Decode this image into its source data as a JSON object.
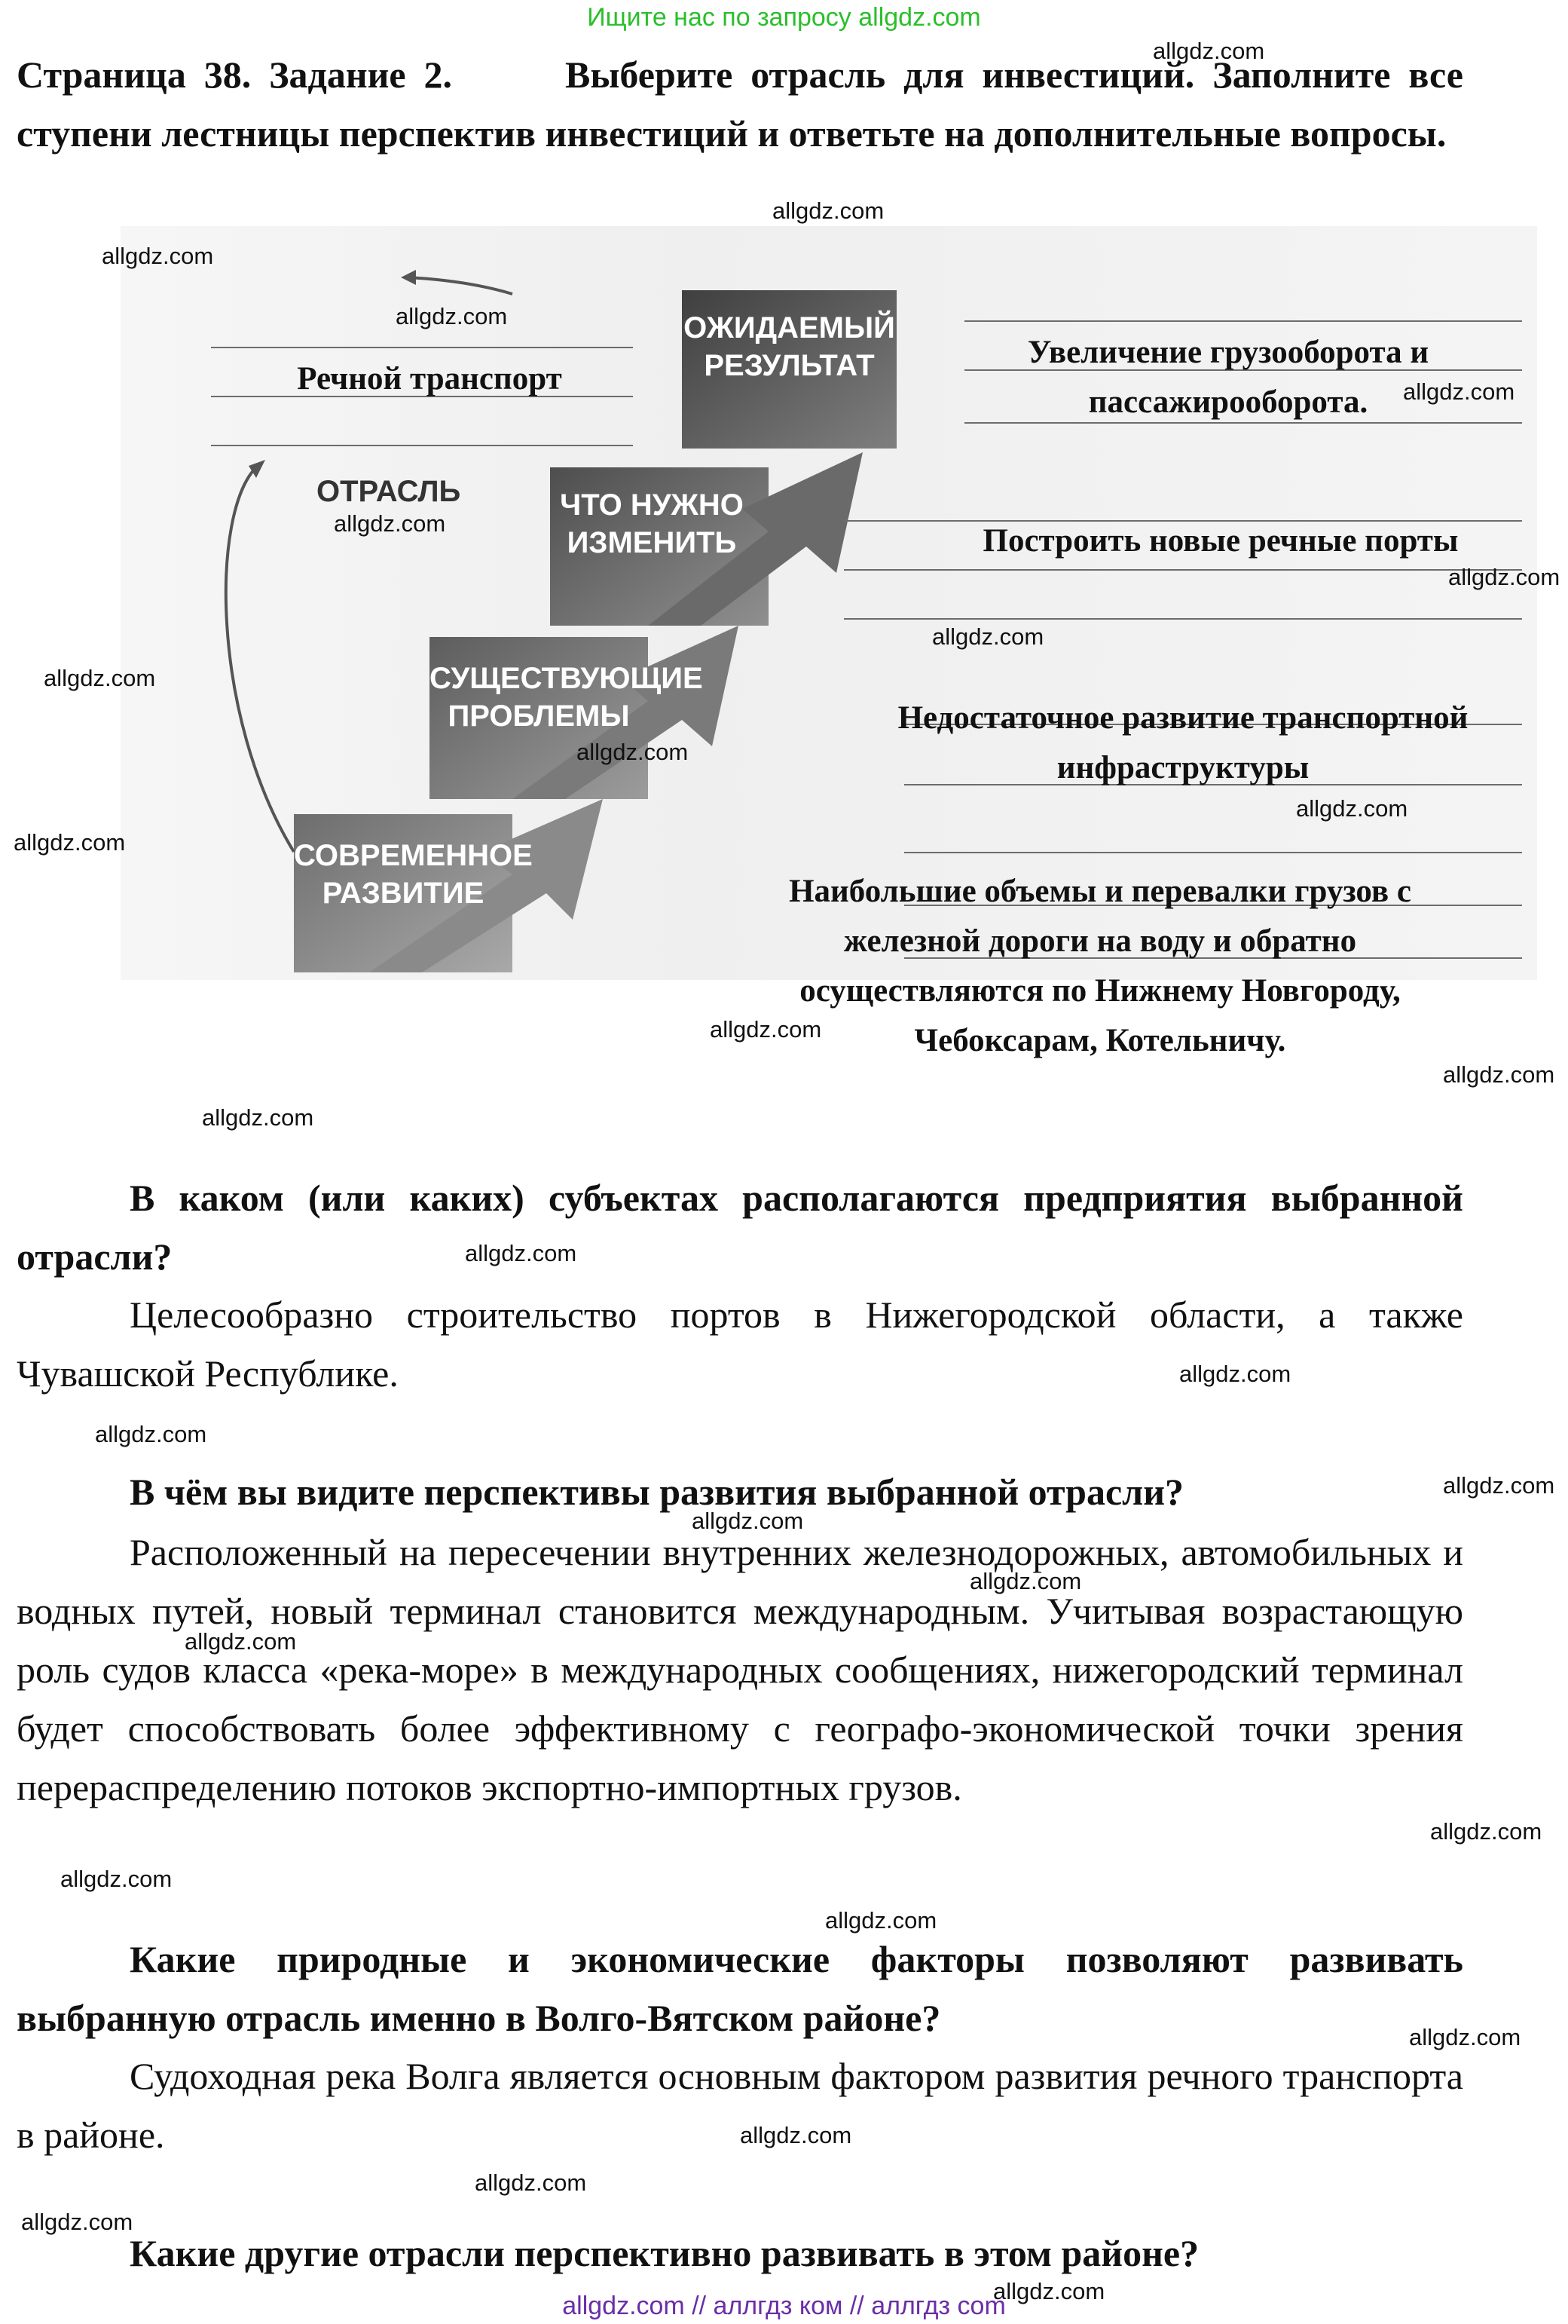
{
  "banner_top": "Ищите нас по запросу allgdz.com",
  "task_heading": "Страница 38. Задание 2.",
  "task_text": "Выберите отрасль для инвестиций. Заполните все ступени лестницы перспектив инвестиций и ответьте на дополнительные вопросы.",
  "diagram": {
    "side_label": "ОТРАСЛЬ",
    "steps": [
      "СОВРЕМЕННОЕ РАЗВИТИЕ",
      "СУЩЕСТВУЮЩИЕ ПРОБЛЕМЫ",
      "ЧТО НУЖНО ИЗМЕНИТЬ",
      "ОЖИДАЕМЫЙ РЕЗУЛЬТАТ"
    ],
    "industry": "Речной транспорт",
    "expected_result": "Увеличение грузооборота и пассажирооборота.",
    "what_to_change": "Построить новые речные порты",
    "problems": "Недостаточное развитие транспортной инфраструктуры",
    "current_development": "Наибольшие объемы и перевалки грузов с железной дороги на воду и обратно осуществляются по Нижнему Новгороду, Чебоксарам, Котельничу."
  },
  "questions": [
    {
      "q": "В каком (или каких) субъектах располагаются предприятия выбранной отрасли?",
      "a": "Целесообразно строительство портов в Нижегородской области, а также Чувашской Республике."
    },
    {
      "q": "В чём вы видите перспективы развития выбранной отрасли?",
      "a": "Расположенный на пересечении внутренних железнодорожных, автомобильных и водных путей, новый терминал становится международным. Учитывая возрастающую роль судов класса «река-море» в международных сообщениях, нижегородский терминал будет способствовать более эффективному с географо-экономической точки зрения перераспределению потоков экспортно-импортных грузов."
    },
    {
      "q": "Какие природные и экономические факторы позволяют развивать выбранную отрасль именно в Волго-Вятском районе?",
      "a": "Судоходная река Волга является основным фактором развития речного транспорта в районе."
    },
    {
      "q": "Какие другие отрасли перспективно развивать в этом районе?",
      "a": ""
    }
  ],
  "watermark": "allgdz.com",
  "banner_bottom": "allgdz.com // аллгдз ком // аллгдз com"
}
